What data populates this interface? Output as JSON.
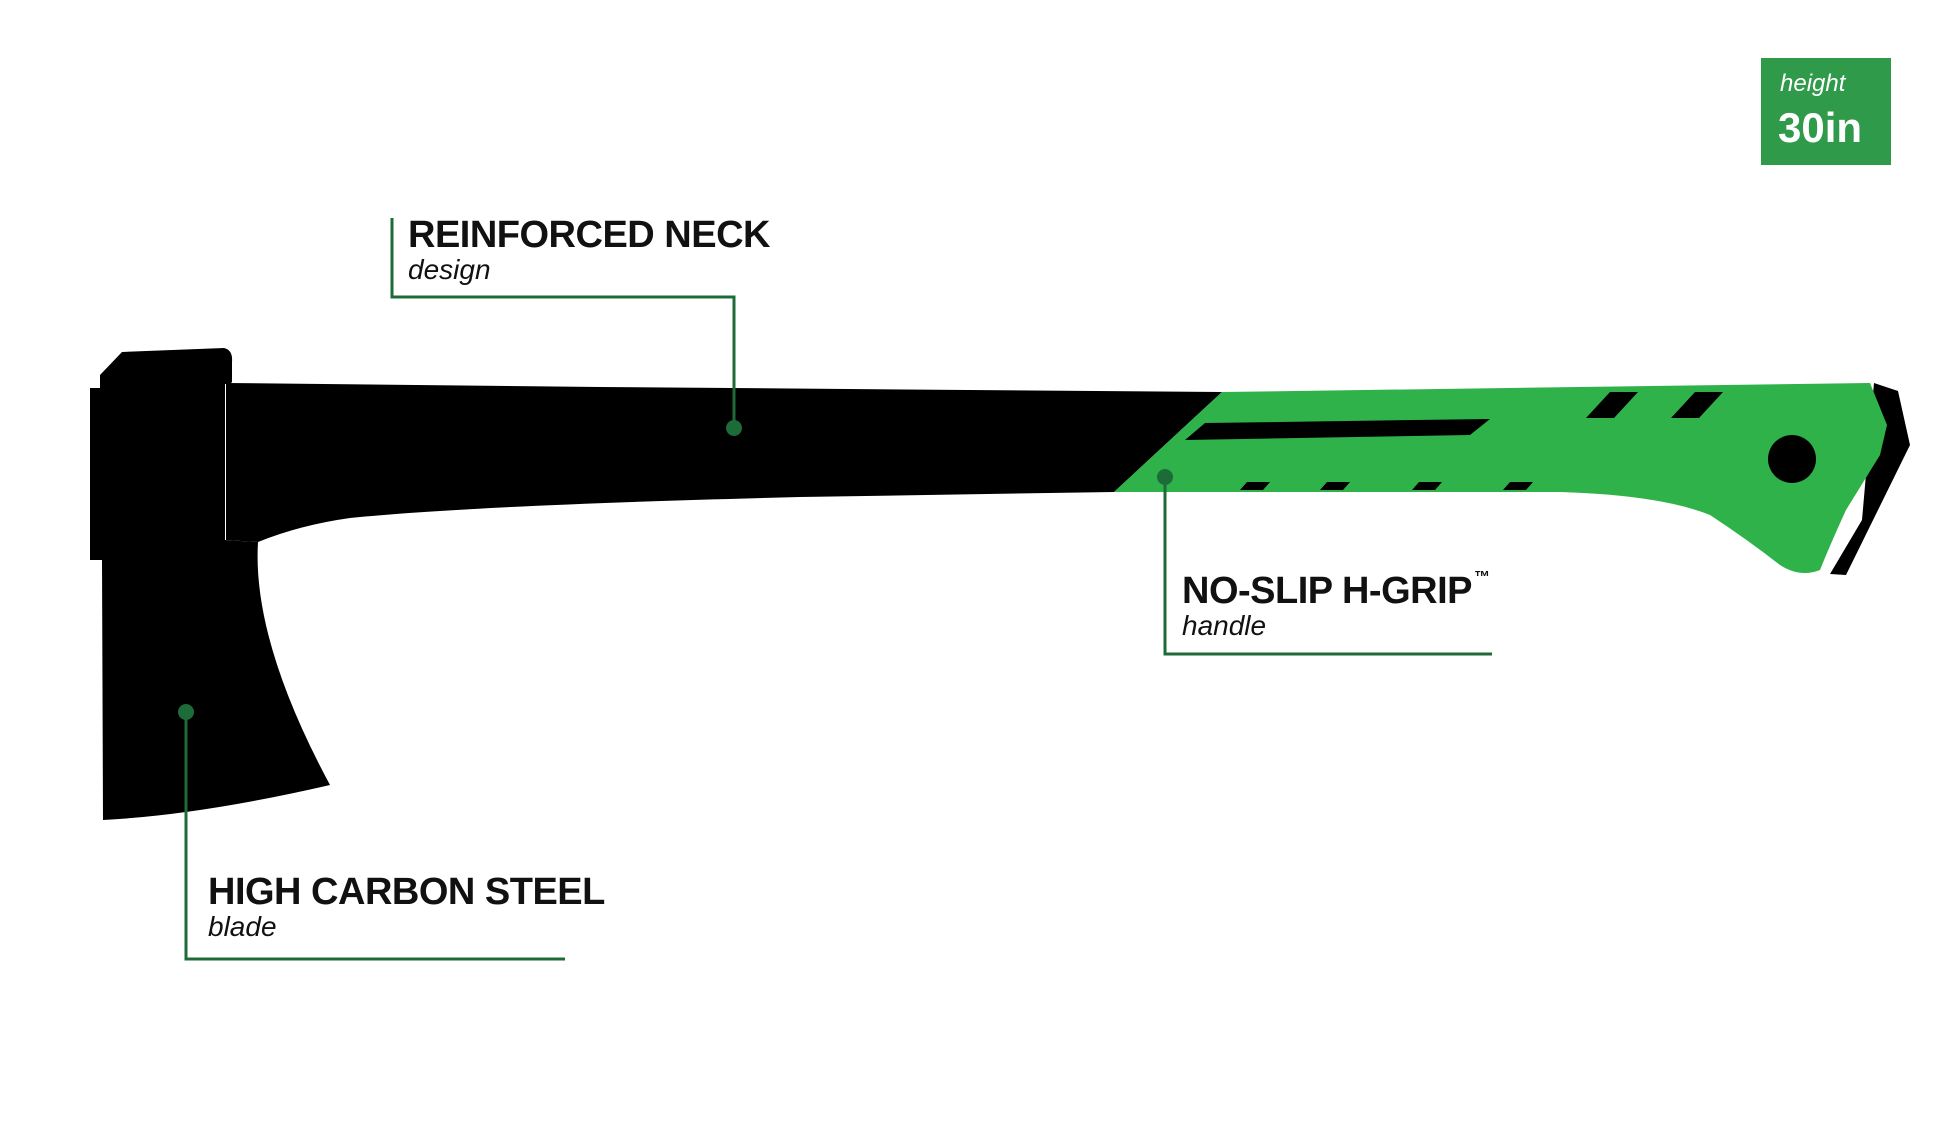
{
  "badge": {
    "label": "height",
    "value": "30in"
  },
  "callouts": {
    "neck": {
      "title": "REINFORCED NECK",
      "subtitle": "design"
    },
    "grip": {
      "title": "NO-SLIP H-GRIP",
      "trademark": "™",
      "subtitle": "handle"
    },
    "blade": {
      "title": "HIGH CARBON STEEL",
      "subtitle": "blade"
    }
  },
  "colors": {
    "axe_body": "#000000",
    "grip_green": "#2fb24a",
    "callout_line": "#1e6b3a",
    "badge_bg": "#2e9a4a",
    "text": "#111111"
  },
  "icons": {
    "axe": "axe-illustration"
  }
}
